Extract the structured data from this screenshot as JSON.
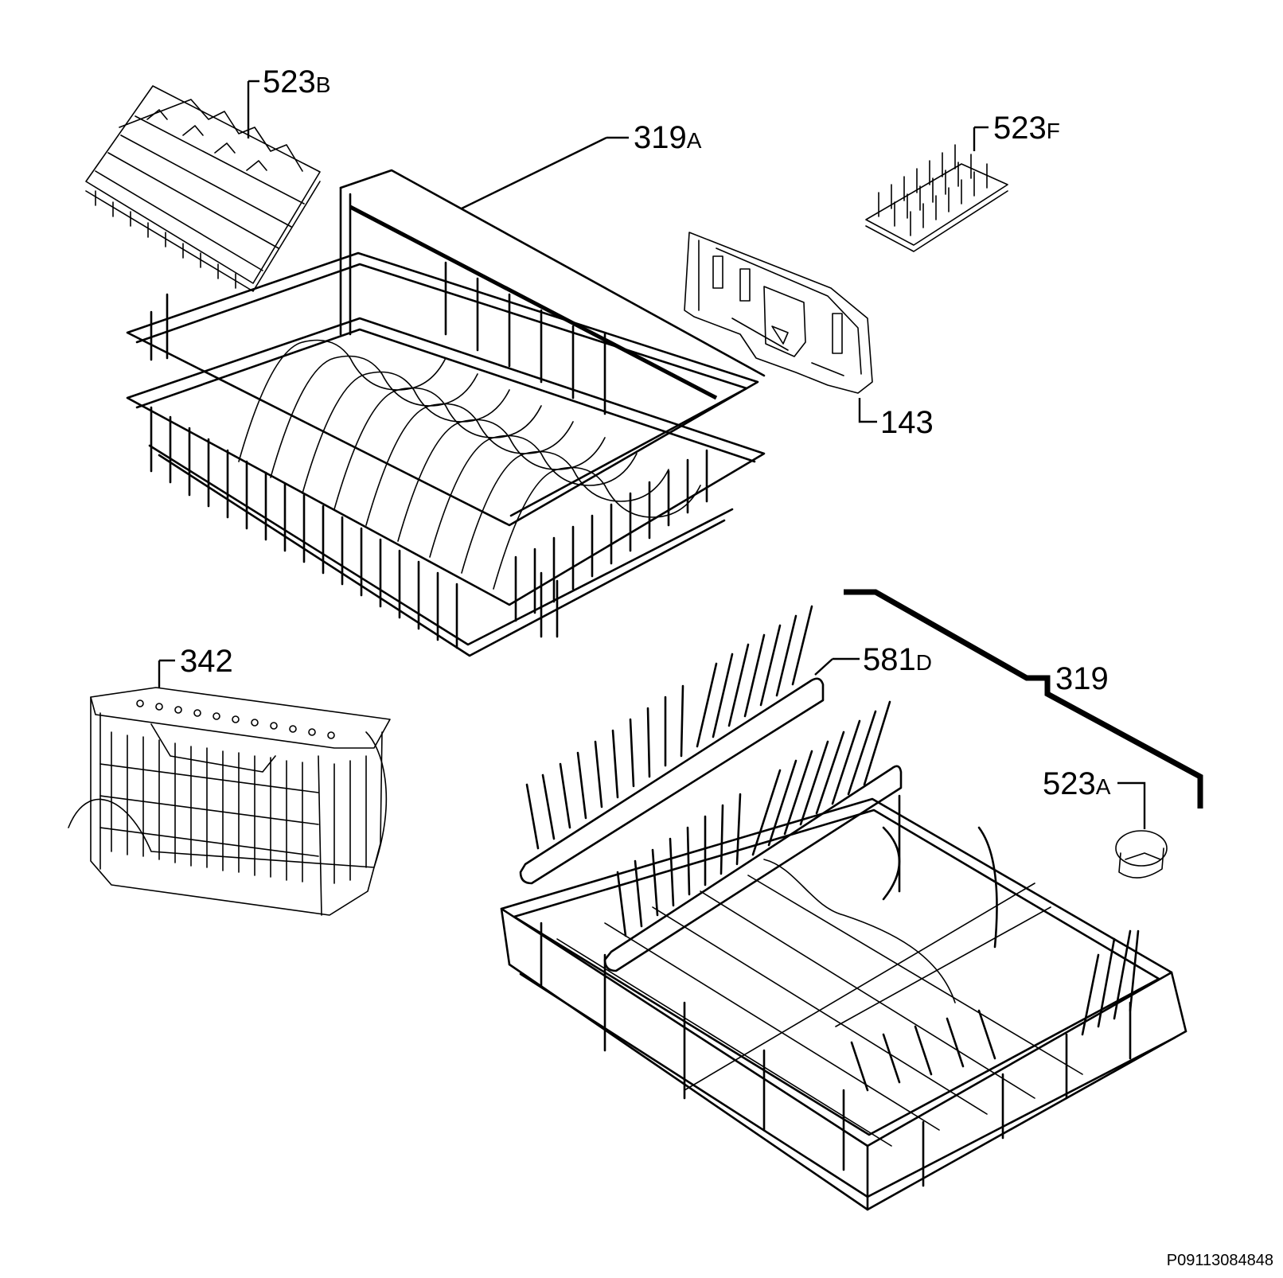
{
  "parts": [
    {
      "id": "part-523b",
      "number": "523",
      "suffix": "B"
    },
    {
      "id": "part-319a",
      "number": "319",
      "suffix": "A"
    },
    {
      "id": "part-523f",
      "number": "523",
      "suffix": "F"
    },
    {
      "id": "part-143",
      "number": "143",
      "suffix": ""
    },
    {
      "id": "part-342",
      "number": "342",
      "suffix": ""
    },
    {
      "id": "part-581d",
      "number": "581",
      "suffix": "D"
    },
    {
      "id": "part-319",
      "number": "319",
      "suffix": ""
    },
    {
      "id": "part-523a",
      "number": "523",
      "suffix": "A"
    }
  ],
  "drawing_code": "P09113084848"
}
